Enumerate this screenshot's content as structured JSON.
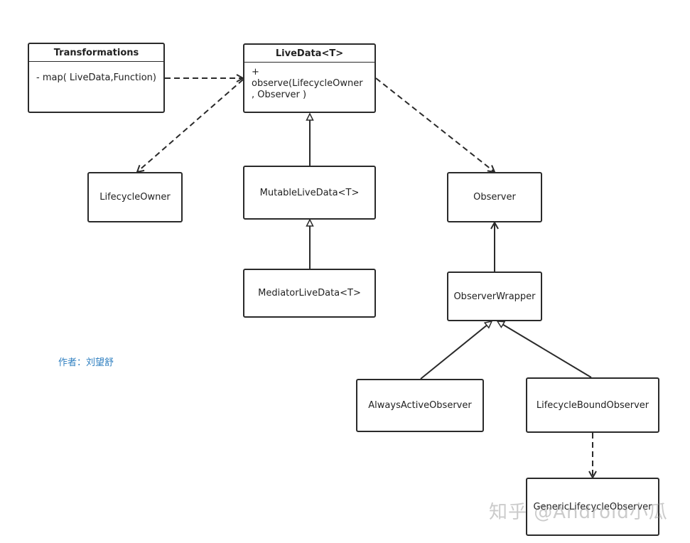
{
  "nodes": {
    "transformations": {
      "title": "Transformations",
      "member": "- map( LiveData,Function)"
    },
    "livedata": {
      "title": "LiveData<T>",
      "member": "+ observe(LifecycleOwner , Observer )"
    },
    "lifecycle_owner": "LifecycleOwner",
    "mutable_livedata": "MutableLiveData<T>",
    "mediator_livedata": "MediatorLiveData<T>",
    "observer": "Observer",
    "observer_wrapper": "ObserverWrapper",
    "always_active_observer": "AlwaysActiveObserver",
    "lifecycle_bound_observer": "LifecycleBoundObserver",
    "generic_lifecycle_observer": "GenericLifecycleObserver"
  },
  "author_note": "作者：刘望舒",
  "watermark": "知乎 @Android小瓜",
  "colors": {
    "line": "#2a2a2a",
    "author_text": "#2f7fc0"
  }
}
